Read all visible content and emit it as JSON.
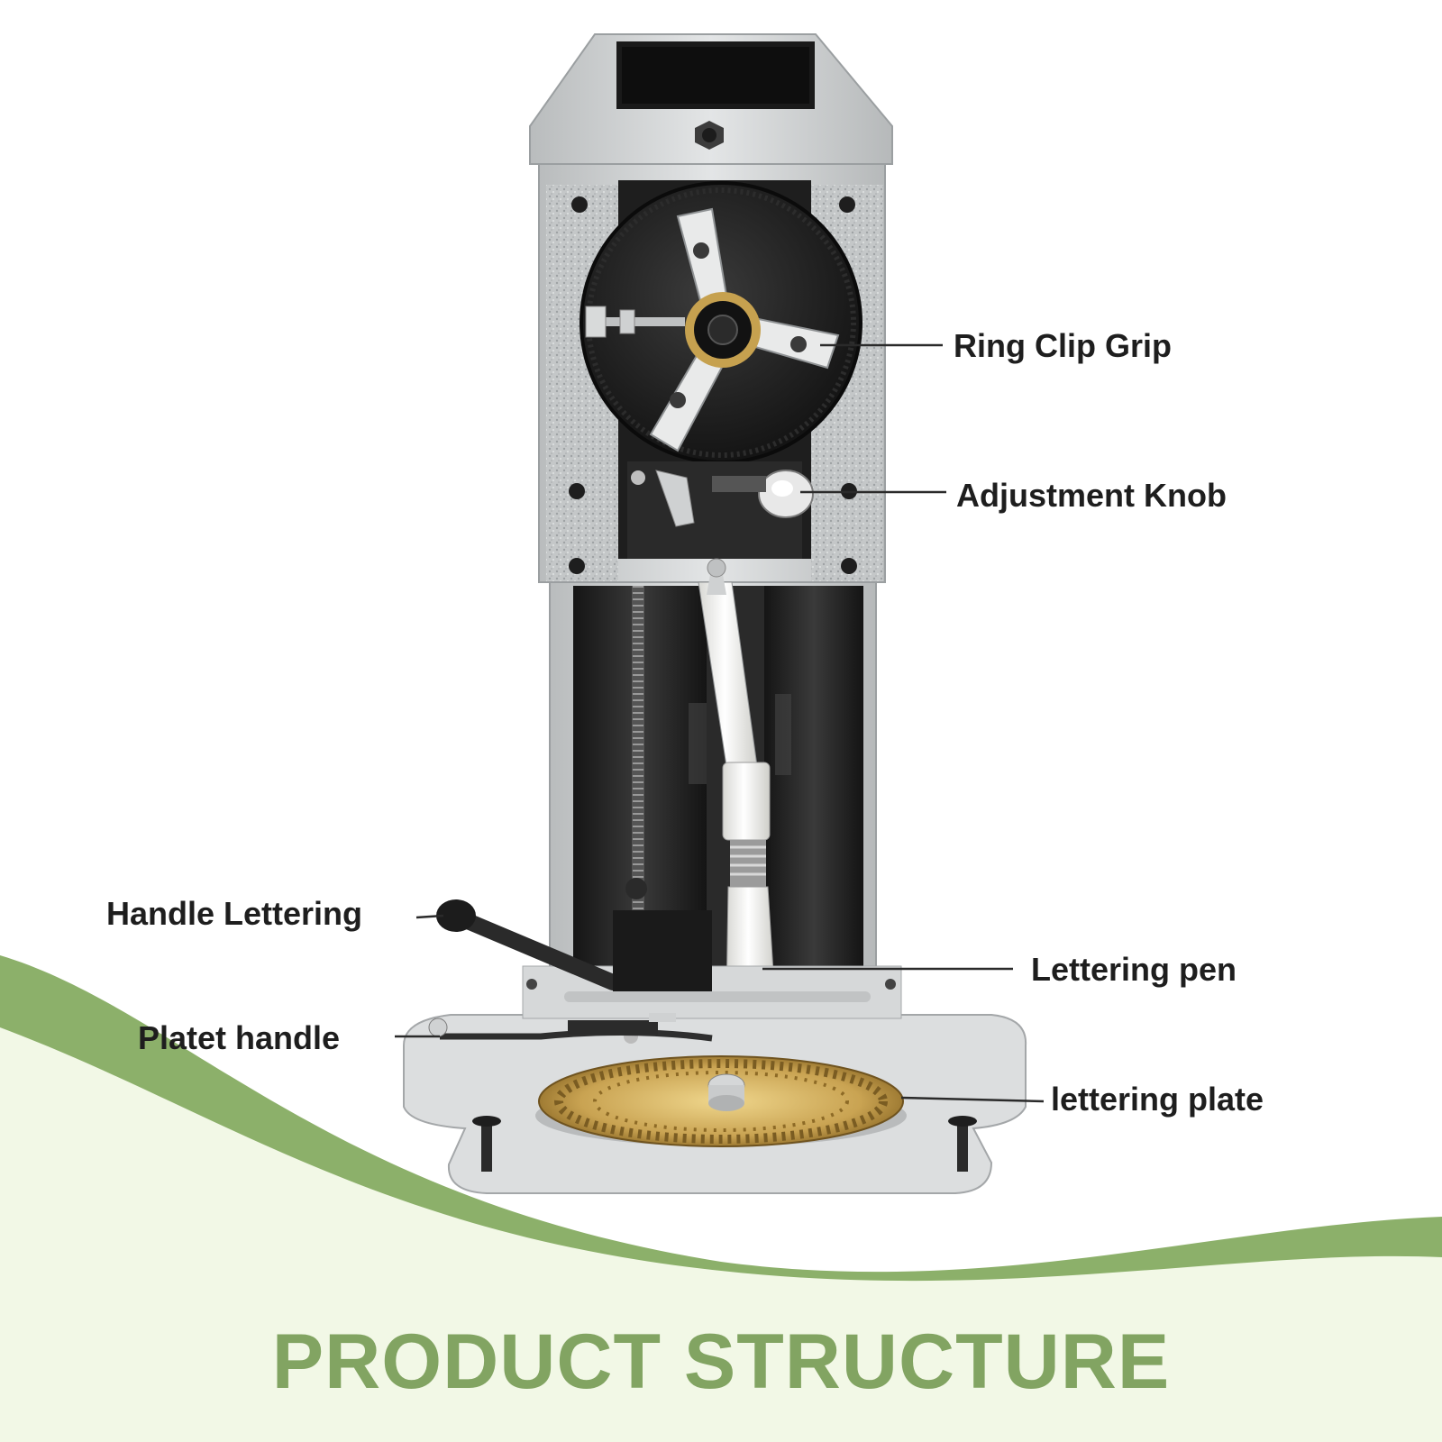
{
  "heading": "PRODUCT STRUCTURE",
  "callouts": {
    "ring_clip_grip": "Ring Clip Grip",
    "adjustment_knob": "Adjustment Knob",
    "handle_lettering": "Handle Lettering",
    "lettering_pen": "Lettering pen",
    "platet_handle": "Platet handle",
    "lettering_plate": "lettering plate"
  },
  "colors": {
    "accent_green": "#8cb06a",
    "heading_green": "#82a462",
    "background_tint": "#f2f8e6",
    "label_text": "#1e1e1e",
    "machine_gray": "#cfd2d3",
    "machine_dark": "#232323",
    "brass": "#c9a352"
  }
}
